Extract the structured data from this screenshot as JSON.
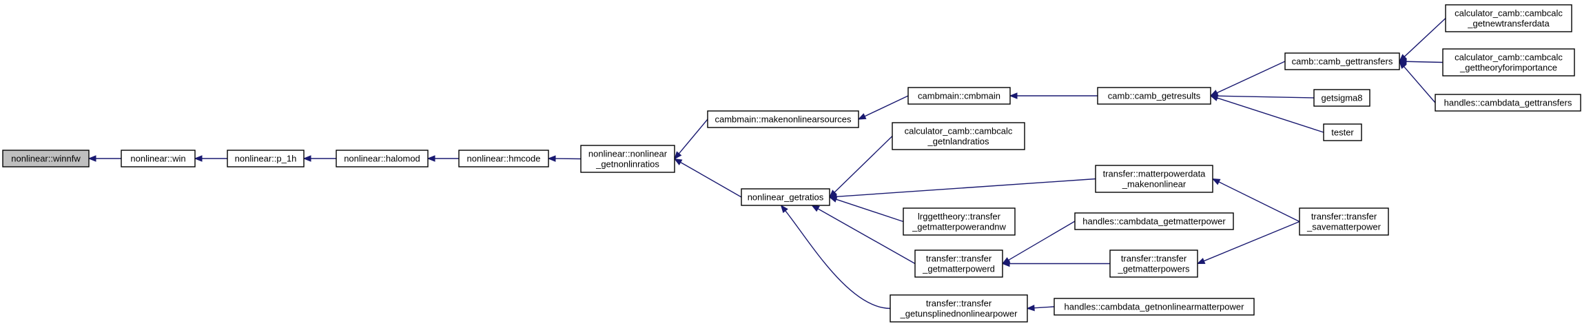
{
  "diagram": {
    "nodes": [
      {
        "id": "winnfw",
        "lines": [
          "nonlinear::winnfw"
        ],
        "root": true
      },
      {
        "id": "win",
        "lines": [
          "nonlinear::win"
        ]
      },
      {
        "id": "p1h",
        "lines": [
          "nonlinear::p_1h"
        ]
      },
      {
        "id": "halomod",
        "lines": [
          "nonlinear::halomod"
        ]
      },
      {
        "id": "hmcode",
        "lines": [
          "nonlinear::hmcode"
        ]
      },
      {
        "id": "getnonlinratios",
        "lines": [
          "nonlinear::nonlinear",
          "_getnonlinratios"
        ]
      },
      {
        "id": "makenonlinearsources",
        "lines": [
          "cambmain::makenonlinearsources"
        ]
      },
      {
        "id": "getratios",
        "lines": [
          "nonlinear_getratios"
        ]
      },
      {
        "id": "cmbmain",
        "lines": [
          "cambmain::cmbmain"
        ]
      },
      {
        "id": "calc_getnlandratios",
        "lines": [
          "calculator_camb::cambcalc",
          "_getnlandratios"
        ]
      },
      {
        "id": "lrggettheory",
        "lines": [
          "lrggettheory::transfer",
          "_getmatterpowerandnw"
        ]
      },
      {
        "id": "getmatterpowerd",
        "lines": [
          "transfer::transfer",
          "_getmatterpowerd"
        ]
      },
      {
        "id": "getunsplined",
        "lines": [
          "transfer::transfer",
          "_getunsplinednonlinearpower"
        ]
      },
      {
        "id": "camb_getresults",
        "lines": [
          "camb::camb_getresults"
        ]
      },
      {
        "id": "makenonlinear",
        "lines": [
          "transfer::matterpowerdata",
          "_makenonlinear"
        ]
      },
      {
        "id": "hc_getmatterpower",
        "lines": [
          "handles::cambdata_getmatterpower"
        ]
      },
      {
        "id": "getmatterpowers",
        "lines": [
          "transfer::transfer",
          "_getmatterpowers"
        ]
      },
      {
        "id": "hc_getnonlinear",
        "lines": [
          "handles::cambdata_getnonlinearmatterpower"
        ]
      },
      {
        "id": "camb_gettransfers",
        "lines": [
          "camb::camb_gettransfers"
        ]
      },
      {
        "id": "getsigma8",
        "lines": [
          "getsigma8"
        ]
      },
      {
        "id": "tester",
        "lines": [
          "tester"
        ]
      },
      {
        "id": "savematterpower",
        "lines": [
          "transfer::transfer",
          "_savematterpower"
        ]
      },
      {
        "id": "calc_getnewtransfer",
        "lines": [
          "calculator_camb::cambcalc",
          "_getnewtransferdata"
        ]
      },
      {
        "id": "calc_gettheory",
        "lines": [
          "calculator_camb::cambcalc",
          "_gettheoryforimportance"
        ]
      },
      {
        "id": "hc_gettransfers",
        "lines": [
          "handles::cambdata_gettransfers"
        ]
      }
    ],
    "edges": [
      {
        "from": "win",
        "to": "winnfw"
      },
      {
        "from": "p1h",
        "to": "win"
      },
      {
        "from": "halomod",
        "to": "p1h"
      },
      {
        "from": "hmcode",
        "to": "halomod"
      },
      {
        "from": "getnonlinratios",
        "to": "hmcode"
      },
      {
        "from": "makenonlinearsources",
        "to": "getnonlinratios"
      },
      {
        "from": "getratios",
        "to": "getnonlinratios"
      },
      {
        "from": "cmbmain",
        "to": "makenonlinearsources"
      },
      {
        "from": "camb_getresults",
        "to": "cmbmain"
      },
      {
        "from": "camb_gettransfers",
        "to": "camb_getresults"
      },
      {
        "from": "getsigma8",
        "to": "camb_getresults"
      },
      {
        "from": "tester",
        "to": "camb_getresults"
      },
      {
        "from": "calc_getnewtransfer",
        "to": "camb_gettransfers"
      },
      {
        "from": "calc_gettheory",
        "to": "camb_gettransfers"
      },
      {
        "from": "hc_gettransfers",
        "to": "camb_gettransfers"
      },
      {
        "from": "calc_getnlandratios",
        "to": "getratios"
      },
      {
        "from": "makenonlinear",
        "to": "getratios"
      },
      {
        "from": "lrggettheory",
        "to": "getratios"
      },
      {
        "from": "getmatterpowerd",
        "to": "getratios"
      },
      {
        "from": "getunsplined",
        "to": "getratios"
      },
      {
        "from": "savematterpower",
        "to": "makenonlinear"
      },
      {
        "from": "hc_getmatterpower",
        "to": "getmatterpowerd"
      },
      {
        "from": "getmatterpowers",
        "to": "getmatterpowerd"
      },
      {
        "from": "savematterpower",
        "to": "getmatterpowers"
      },
      {
        "from": "hc_getnonlinear",
        "to": "getunsplined"
      }
    ]
  }
}
